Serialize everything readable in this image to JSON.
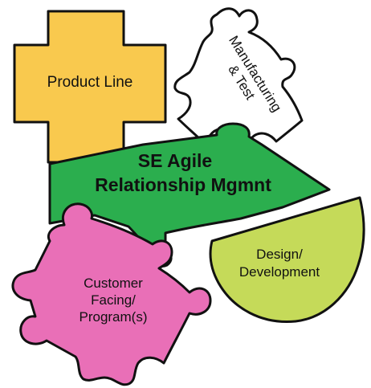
{
  "pieces": {
    "product_line": {
      "label": "Product Line",
      "color": "#F9C94E"
    },
    "manufacturing": {
      "line1": "Manufacturing",
      "line2": "& Test",
      "color": "#FFFFFF"
    },
    "se_agile": {
      "line1": "SE Agile",
      "line2": "Relationship Mgmnt",
      "color": "#2BAE4E"
    },
    "design": {
      "line1": "Design/",
      "line2": "Development",
      "color": "#C5DA59"
    },
    "customer": {
      "line1": "Customer",
      "line2": "Facing/",
      "line3": "Program(s)",
      "color": "#E96FB7"
    }
  },
  "icons": {
    "product_line": "plus-shaped-puzzle-piece",
    "manufacturing": "jigsaw-puzzle-piece",
    "se_agile": "arrow-shaped-puzzle-piece",
    "design": "half-circle-puzzle-piece",
    "customer": "jigsaw-puzzle-piece"
  }
}
